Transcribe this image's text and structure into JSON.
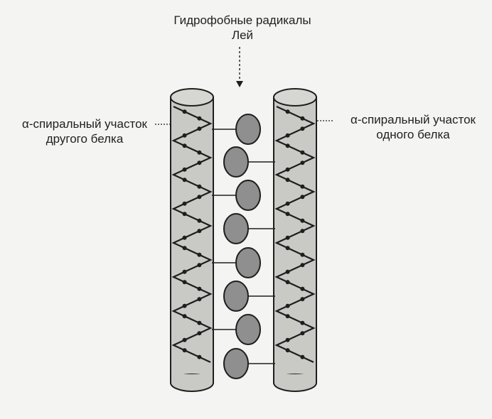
{
  "labels": {
    "top_line1": "Гидрофобные радикалы",
    "top_line2": "Лей",
    "left_line1": "α-спиральный участок",
    "left_line2": "другого белка",
    "right_line1": "α-спиральный участок",
    "right_line2": "одного белка"
  },
  "colors": {
    "background": "#f4f4f2",
    "cylinder_fill": "#c9c9c6",
    "ellipse_fill": "#8f8f8f",
    "stroke": "#1e1e1e"
  }
}
